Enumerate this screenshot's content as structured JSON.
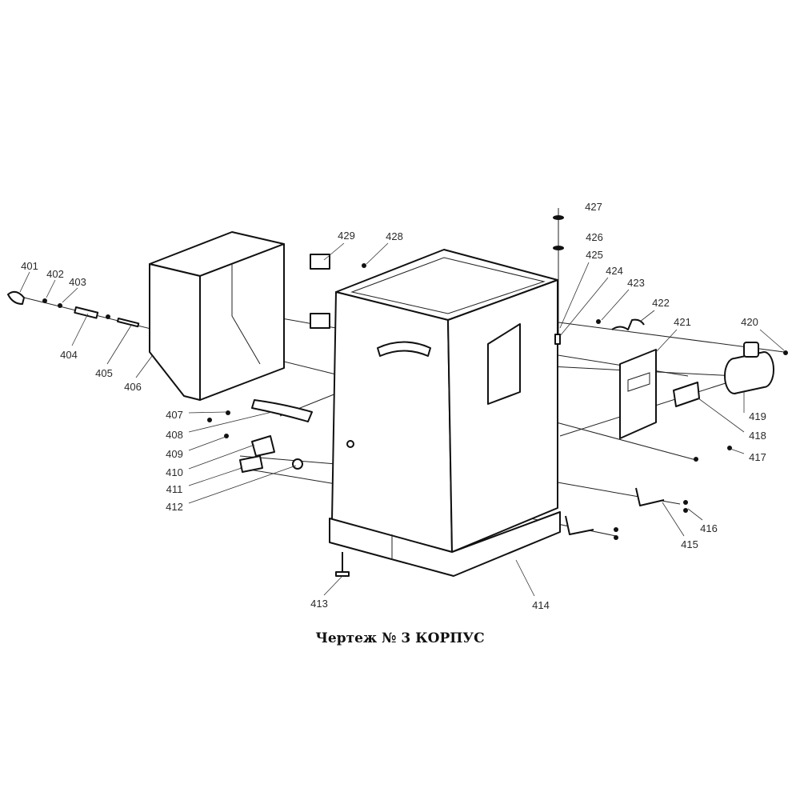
{
  "labels": [
    "401",
    "402",
    "403",
    "404",
    "405",
    "406",
    "407",
    "408",
    "409",
    "410",
    "411",
    "412",
    "413",
    "414",
    "415",
    "416",
    "417",
    "418",
    "419",
    "420",
    "421",
    "422",
    "423",
    "424",
    "425",
    "426",
    "427",
    "428",
    "429"
  ],
  "caption": "Чертеж № 3 КОРПУС"
}
